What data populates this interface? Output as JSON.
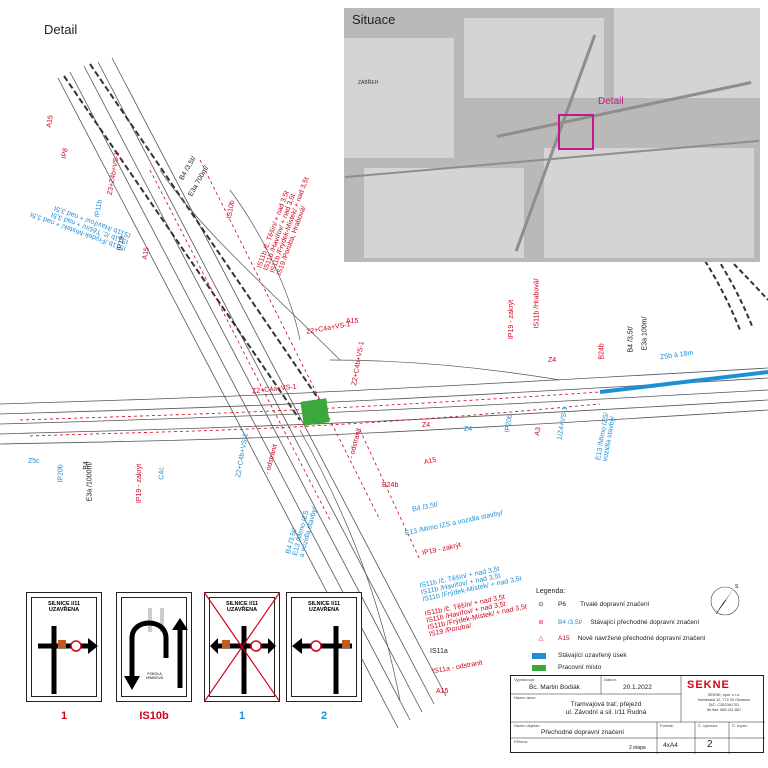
{
  "detail_title": "Detail",
  "situace": {
    "title": "Situace",
    "detail_label": "Detail",
    "place_label": "ZÁBŘEH"
  },
  "plan_labels": {
    "top_left_a15": "A15",
    "p8_a": "IP8",
    "z_label_1": "Z3+Z4b+VS-1",
    "b4_a": "B4 /3,5t/",
    "e3a_a": "E3a 700m/",
    "is10b_top": "IS10b",
    "ip11b": "IP11b",
    "ip19_a": "IP19",
    "a15_b": "A15",
    "is11b_list_red": "IS11b /č. Těšín/ + nad 3,5t\nIS11b /Havířov/ + nad 3,5t\nIS11b /Frýdek-Místek/ + nad 3,5t\nIS19 /Poruba, Hrabová/",
    "is11b_list_blue": "IS11b /Frýdek-Místek/ + nad 3,5t\nIS11b /č. Těšín/ + nad 3,5t\nIS11b /Havířov/ + nad 3,5t",
    "z2_c4a": "Z2+C4a+VS-1",
    "a15_c": "A15",
    "ip19_zakryt": "IP19 - zakrýt",
    "is11b_hrabova": "IS11b /Hrabová/",
    "b24b": "B24b",
    "b4_100": "B4 /3,5t/",
    "e3a_100": "E3a 100m/",
    "z5b": "Z5b à 18m",
    "z4_a": "Z4",
    "z2_c4a_b": "Z2+C4a+VS-1",
    "z2_c4b": "Z2+C4b+VS-1",
    "z5c": "Z5c",
    "b4_b": "B4",
    "e3a_b": "E3a /1000m/",
    "ip20b": "IP20b",
    "ip19_zakryt_2": "IP19 - zakrýt",
    "c4c": "C4c",
    "z4_b": "Z4",
    "z2_c4b_b": "Z2+C4b+VS-1",
    "odstranit_a": "- odstranit",
    "b4_mimo": "B4 /3,5t/\nE13 /Mimo IZS\na vozidla stavby/",
    "z4_c": "Z4",
    "p_odstranit": "- odstranit",
    "a15_d": "A15",
    "b24b_b": "B24b",
    "b4_c": "B4 /3,5t/",
    "e13_mimo": "E13 /Mimo IZS a vozidla stavby/",
    "ip19_zakryt_3": "IP19 - zakrýt",
    "is11b_bottom": "IS11b /č. Těšín/ + nad 3,5t\nIS11b /Havířov/ + nad 3,5t\nIS11b /Frýdek-Místek/ + nad 3,5t",
    "is11b_bottom_red": "IS11b /č. Těšín/ + nad 3,5t\nIS11b /Havířov/ + nad 3,5t\nIS11b /Frýdek-Místek/ + nad 3,5t\nIS19 /Poruba/",
    "is11a": "IS11a",
    "is11a_odstranit": "IS11a - odstranit",
    "a15_e": "A15",
    "z4_d": "Z4",
    "b4_d": "B4",
    "a_label": "A3",
    "z4_e": "1/Z4+VS-1",
    "e13_d": "E13 /Mimo IZS/\nvozidla stavby/",
    "ip20b_b": "IP20b"
  },
  "signs": [
    {
      "header": "SILNICE I/11\nUZAVŘENA",
      "number": "1",
      "number_color": "#d0021b",
      "crossed": false,
      "direction": "right"
    },
    {
      "header": "",
      "number": "IS10b",
      "number_color": "#d0021b",
      "crossed": false,
      "direction": "uturn",
      "sub": "POBOLA\nHRABOVÁ"
    },
    {
      "header": "SILNICE I/11\nUZAVŘENA",
      "number": "1",
      "number_color": "#1e8fd6",
      "crossed": true,
      "direction": "both"
    },
    {
      "header": "SILNICE I/11\nUZAVŘENA",
      "number": "2",
      "number_color": "#1e8fd6",
      "crossed": false,
      "direction": "left"
    }
  ],
  "legend": {
    "title": "Legenda:",
    "items": [
      {
        "symbol": "P6",
        "text": "Trvalé dopravní značení"
      },
      {
        "symbol": "B4 /3,5t/",
        "text": "Stávající přechodné dopravní značení"
      },
      {
        "symbol": "A15",
        "text": "Nově navržené přechodné dopravní značení"
      },
      {
        "symbol": "",
        "text": "Stávající uzavřený úsek",
        "color": "#1e8fd6"
      },
      {
        "symbol": "",
        "text": "Pracovní místo",
        "color": "#3aa83a"
      }
    ]
  },
  "title_block": {
    "vypracoval_lbl": "Vypracoval:",
    "vypracoval": "Bc. Martin Bodiák",
    "datum_lbl": "Datum:",
    "datum": "20.1.2022",
    "nazev_akce_lbl": "Název akce:",
    "nazev_akce": "Tramvajová trať, přejezd\nul. Závodní a sil. I/11 Rudná",
    "nazev_objektu_lbl": "Název objektu:",
    "nazev_objektu": "Přechodné dopravní značení",
    "priloha_lbl": "Příloha:",
    "etapa": "2 etapa",
    "format_lbl": "Formát:",
    "format": "4xA4",
    "cislo_vykresu_lbl": "Č. výkresu:",
    "cislo_vykresu": "2",
    "cislo_kopie_lbl": "Č. kopie:",
    "company": "SEKNE",
    "company_addr": "SEKNE, spol. s r.o.\nHamerská 12, 772 00 Olomouc\nDIČ: CZ62361701\ntel./fax: 585 311 867"
  },
  "colors": {
    "red": "#d0021b",
    "blue": "#1e8fd6",
    "work_area": "#3aa83a",
    "closed_section": "#1e8fd6"
  }
}
